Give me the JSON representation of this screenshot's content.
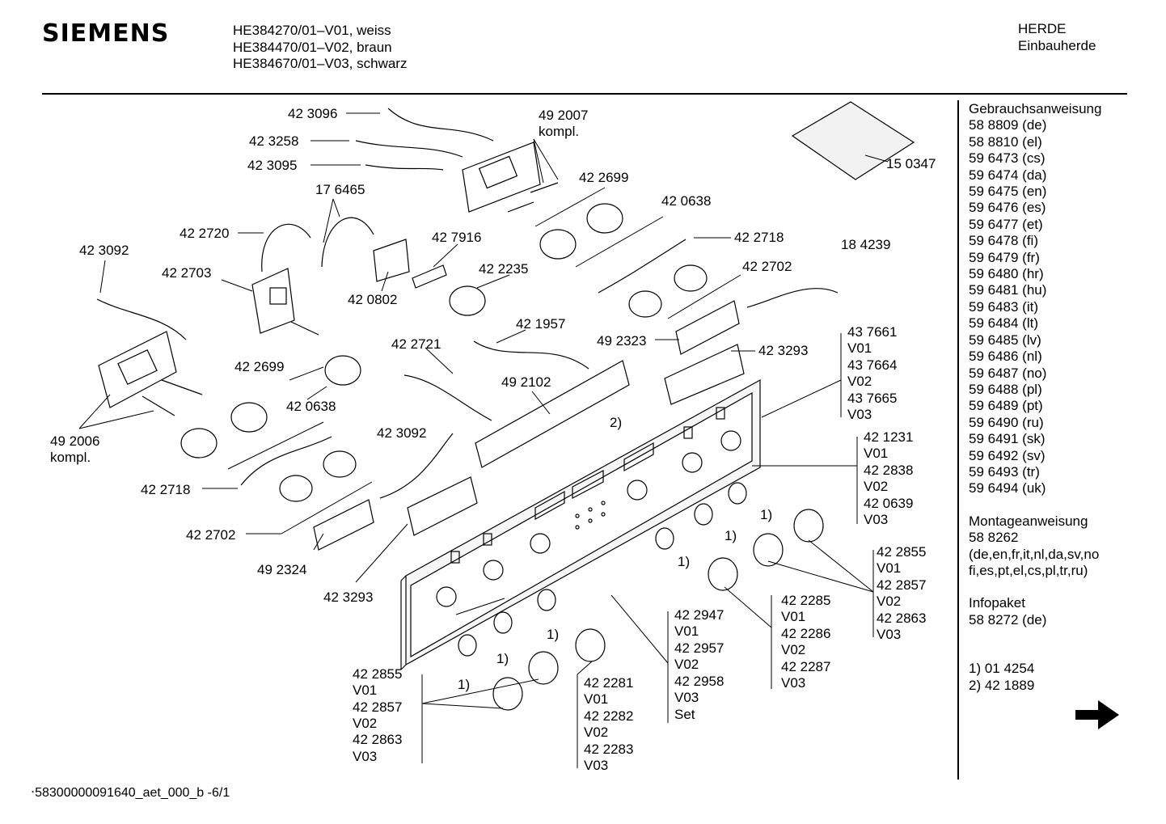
{
  "header": {
    "brand": "SIEMENS",
    "models": [
      "HE384270/01–V01, weiss",
      "HE384470/01–V02, braun",
      "HE384670/01–V03, schwarz"
    ],
    "category": [
      "HERDE",
      "Einbauherde"
    ]
  },
  "sidebar": {
    "gebrauch_title": "Gebrauchsanweisung",
    "gebrauch_items": [
      "58 8809 (de)",
      "58 8810 (el)",
      "59 6473 (cs)",
      "59 6474 (da)",
      "59 6475 (en)",
      "59 6476 (es)",
      "59 6477 (et)",
      "59 6478 (fi)",
      "59 6479 (fr)",
      "59 6480 (hr)",
      "59 6481 (hu)",
      "59 6483 (it)",
      "59 6484 (lt)",
      "59 6485 (lv)",
      "59 6486 (nl)",
      "59 6487 (no)",
      "59 6488 (pl)",
      "59 6489 (pt)",
      "59 6490 (ru)",
      "59 6491 (sk)",
      "59 6492 (sv)",
      "59 6493 (tr)",
      "59 6494 (uk)"
    ],
    "montage_title": "Montageanweisung",
    "montage_items": [
      "58 8262",
      "(de,en,fr,it,nl,da,sv,no",
      "fi,es,pt,el,cs,pl,tr,ru)"
    ],
    "info_title": "Infopaket",
    "info_items": [
      "58 8272 (de)"
    ],
    "notes": [
      "1) 01 4254",
      "2) 42 1889"
    ]
  },
  "footer": {
    "doc_id": "58300000091640_aet_000_b  -6/1"
  },
  "diagram": {
    "labels": [
      "42 3096",
      "42 3258",
      "42 3095",
      "49 2007",
      "kompl.",
      "42 2699",
      "17 6465",
      "42 0638",
      "15 0347",
      "42 2720",
      "42 3092",
      "42 7916",
      "42 2718",
      "18 4239",
      "42 2703",
      "42 2235",
      "42 2702",
      "42 0802",
      "42 1957",
      "49 2323",
      "42 3293",
      "42 2721",
      "42 2699",
      "49 2102",
      "42 0638",
      "2)",
      "49 2006",
      "kompl.",
      "42 3092",
      "42 2718",
      "42 2702",
      "49 2324",
      "42 3293",
      "1)",
      "1)",
      "1)",
      "1)",
      "1)",
      "1)",
      "42 2855",
      "V01",
      "42 2857",
      "V02",
      "42 2863",
      "V03",
      "42 2281",
      "V01",
      "42 2282",
      "V02",
      "42 2283",
      "V03",
      "42 2947",
      "V01",
      "42 2957",
      "V02",
      "42 2958",
      "V03",
      "Set",
      "42 2285",
      "V01",
      "42 2286",
      "V02",
      "42 2287",
      "V03",
      "42 2855",
      "V01",
      "42 2857",
      "V02",
      "42 2863",
      "V03",
      "43 7661",
      "V01",
      "43 7664",
      "V02",
      "43 7665",
      "V03",
      "42 1231",
      "V01",
      "42 2838",
      "V02",
      "42 0639",
      "V03"
    ]
  }
}
